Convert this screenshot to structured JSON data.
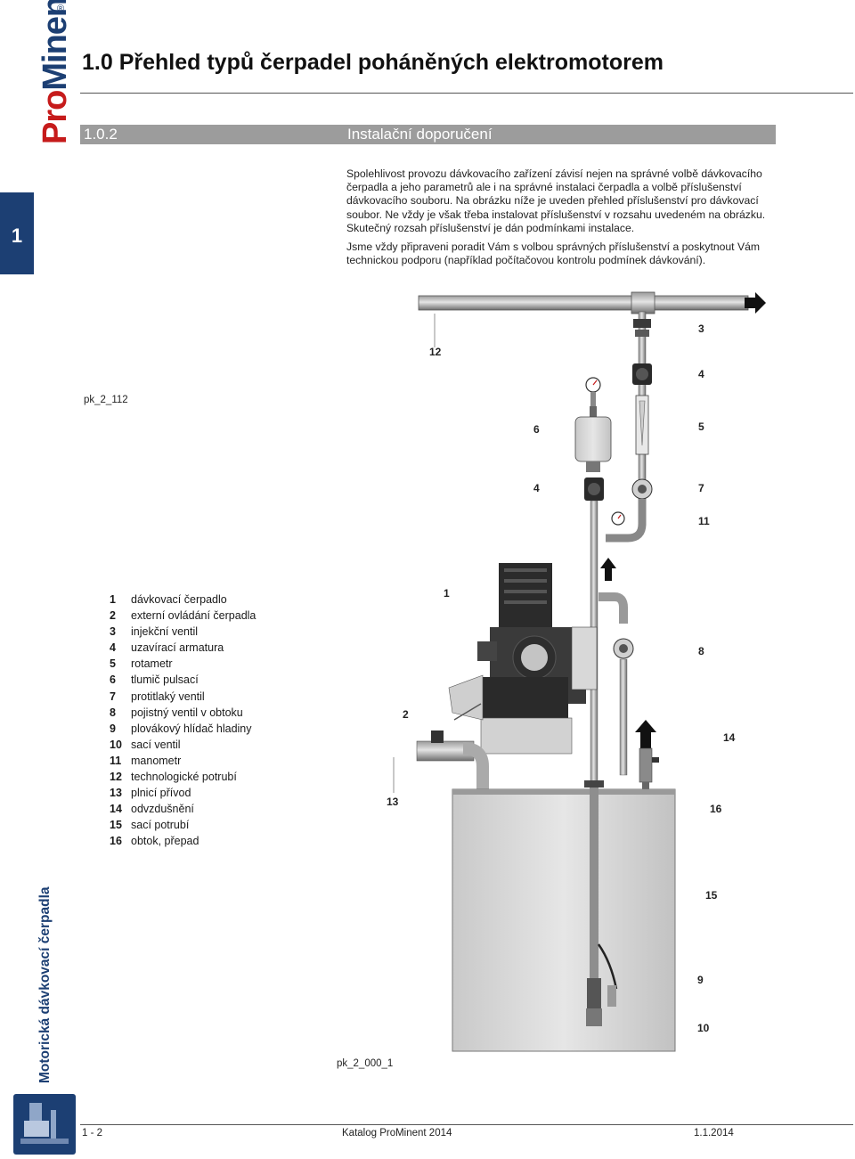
{
  "brand": {
    "logo_text_pro": "Pro",
    "logo_text_rest": "Minent",
    "registered": "®"
  },
  "header": {
    "title": "1.0   Přehled typů čerpadel poháněných elektromotorem",
    "section_number": "1.0.2",
    "section_title": "Instalační doporučení"
  },
  "chapter_tab": "1",
  "intro": {
    "paragraph1": "Spolehlivost provozu dávkovacího zařízení závisí nejen na správné volbě dávkovacího čerpadla a jeho parametrů ale i na správné instalaci čerpadla a volbě příslušenství dávkovacího souboru. Na obrázku níže je uveden přehled příslušenství pro dávkovací soubor. Ne vždy je však třeba instalovat příslušenství v rozsahu uvedeném na obrázku. Skutečný rozsah příslušenství je dán podmínkami instalace.",
    "paragraph2": "Jsme vždy připraveni poradit Vám s volbou správných příslušenství a poskytnout Vám technickou podporu (například počítačovou kontrolu podmínek dávkování)."
  },
  "figure": {
    "code_top": "pk_2_112",
    "code_bottom": "pk_2_000_1"
  },
  "legend": [
    {
      "num": "1",
      "text": "dávkovací čerpadlo"
    },
    {
      "num": "2",
      "text": "externí ovládání čerpadla"
    },
    {
      "num": "3",
      "text": "injekční ventil"
    },
    {
      "num": "4",
      "text": "uzavírací armatura"
    },
    {
      "num": "5",
      "text": "rotametr"
    },
    {
      "num": "6",
      "text": "tlumič pulsací"
    },
    {
      "num": "7",
      "text": "protitlaký ventil"
    },
    {
      "num": "8",
      "text": "pojistný ventil v obtoku"
    },
    {
      "num": "9",
      "text": "plovákový hlídač hladiny"
    },
    {
      "num": "10",
      "text": "sací ventil"
    },
    {
      "num": "11",
      "text": "manometr"
    },
    {
      "num": "12",
      "text": "technologické potrubí"
    },
    {
      "num": "13",
      "text": "plnicí přívod"
    },
    {
      "num": "14",
      "text": "odvzdušnění"
    },
    {
      "num": "15",
      "text": "sací potrubí"
    },
    {
      "num": "16",
      "text": "obtok, přepad"
    }
  ],
  "diagram_labels": {
    "l3": "3",
    "l12": "12",
    "l4a": "4",
    "l6": "6",
    "l5": "5",
    "l4b": "4",
    "l7": "7",
    "l11": "11",
    "l1": "1",
    "l8": "8",
    "l2": "2",
    "l14": "14",
    "l13": "13",
    "l16": "16",
    "l15": "15",
    "l9": "9",
    "l10": "10"
  },
  "side_title": "Motorická dávkovací čerpadla",
  "footer": {
    "page": "1 - 2",
    "catalog": "Katalog ProMinent 2014",
    "date": "1.1.2014"
  },
  "colors": {
    "brand_blue": "#1c3f73",
    "brand_red": "#c61b1b",
    "section_bar": "#9c9c9c"
  }
}
